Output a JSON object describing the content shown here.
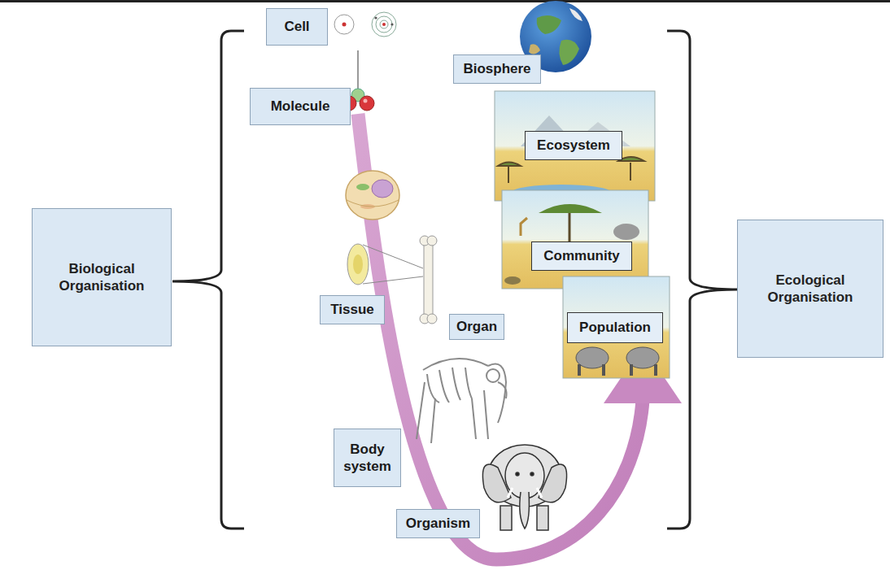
{
  "diagram": {
    "nodes": [
      {
        "text": [
          "Biological Organisation"
        ]
      },
      {
        "text": [
          "Cell"
        ]
      },
      {
        "text": [
          "Molecule"
        ]
      },
      {
        "text": [
          "Tissue"
        ]
      },
      {
        "text": [
          "Organ"
        ]
      },
      {
        "text": [
          "Body system"
        ]
      },
      {
        "text": [
          "Organism"
        ]
      },
      {
        "text": [
          "Biosphere"
        ]
      },
      {
        "text": [
          "Ecosystem"
        ]
      },
      {
        "text": [
          "Community"
        ]
      },
      {
        "text": [
          "Population"
        ]
      },
      {
        "text": [
          "Ecological Organisation"
        ]
      }
    ]
  }
}
